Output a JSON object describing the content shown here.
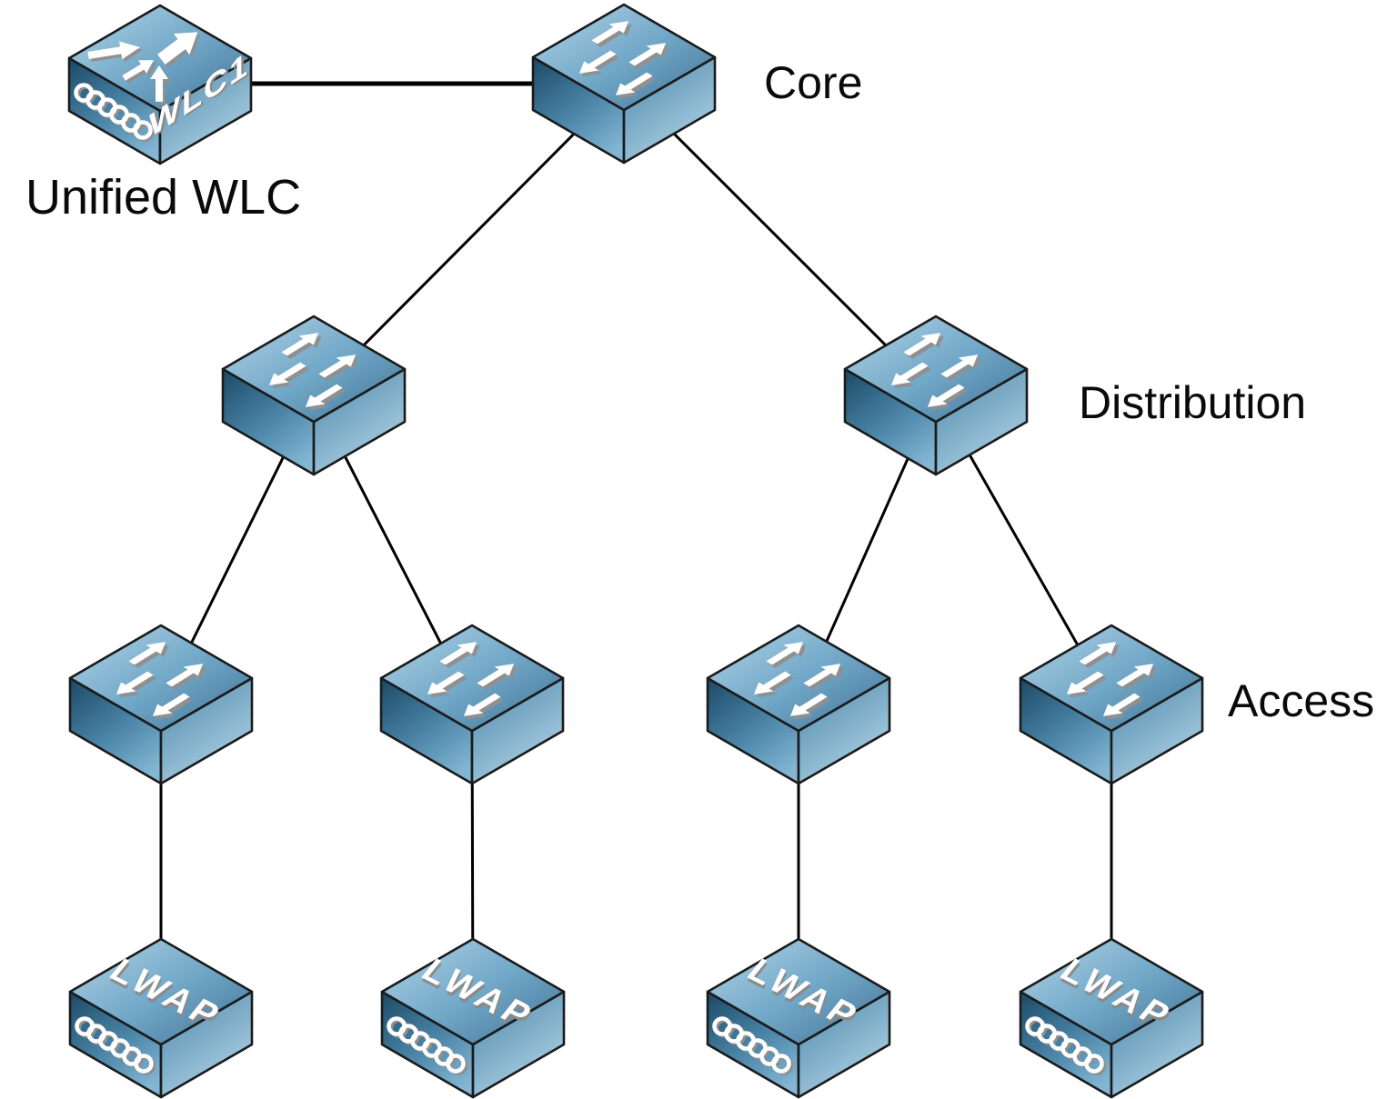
{
  "diagram": {
    "type": "network-topology",
    "layer_labels": {
      "core": "Core",
      "distribution": "Distribution",
      "access": "Access"
    },
    "wlc_caption": "Unified WLC",
    "device_texts": {
      "wlc": "WLC1",
      "lwap": "LWAP"
    },
    "nodes": [
      {
        "id": "wlc1",
        "type": "wireless-lan-controller",
        "text_on_device": "WLC1",
        "caption": "Unified WLC"
      },
      {
        "id": "core",
        "type": "switch",
        "layer": "Core"
      },
      {
        "id": "dist1",
        "type": "switch",
        "layer": "Distribution"
      },
      {
        "id": "dist2",
        "type": "switch",
        "layer": "Distribution"
      },
      {
        "id": "access1",
        "type": "switch",
        "layer": "Access"
      },
      {
        "id": "access2",
        "type": "switch",
        "layer": "Access"
      },
      {
        "id": "access3",
        "type": "switch",
        "layer": "Access"
      },
      {
        "id": "access4",
        "type": "switch",
        "layer": "Access"
      },
      {
        "id": "lwap1",
        "type": "lightweight-access-point",
        "text_on_device": "LWAP"
      },
      {
        "id": "lwap2",
        "type": "lightweight-access-point",
        "text_on_device": "LWAP"
      },
      {
        "id": "lwap3",
        "type": "lightweight-access-point",
        "text_on_device": "LWAP"
      },
      {
        "id": "lwap4",
        "type": "lightweight-access-point",
        "text_on_device": "LWAP"
      }
    ],
    "edges": [
      [
        "wlc1",
        "core"
      ],
      [
        "core",
        "dist1"
      ],
      [
        "core",
        "dist2"
      ],
      [
        "dist1",
        "access1"
      ],
      [
        "dist1",
        "access2"
      ],
      [
        "dist2",
        "access3"
      ],
      [
        "dist2",
        "access4"
      ],
      [
        "access1",
        "lwap1"
      ],
      [
        "access2",
        "lwap2"
      ],
      [
        "access3",
        "lwap3"
      ],
      [
        "access4",
        "lwap4"
      ]
    ],
    "colors": {
      "device_top_light": "#a9cee2",
      "device_top_dark": "#45789b",
      "device_left_dark": "#1f4e6b",
      "device_left_light": "#83b6d3",
      "device_right_light": "#acd1e4",
      "outline": "#1b1b1b",
      "link": "#000000",
      "glyph": "#ffffff",
      "glyph_shadow": "#909090",
      "label_text": "#0a0a0a",
      "background": "#ffffff"
    }
  }
}
